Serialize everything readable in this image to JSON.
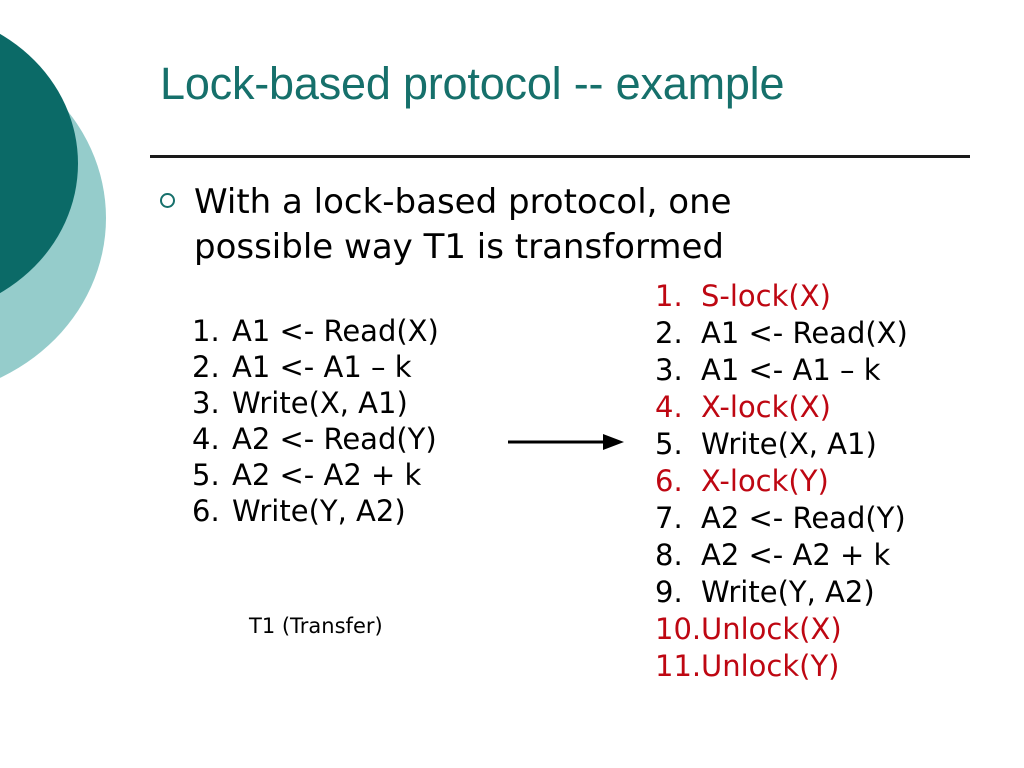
{
  "slide": {
    "title": "Lock-based protocol -- example",
    "bullet": {
      "marker_icon": "hollow-circle-bullet",
      "text": "With a lock-based protocol, one possible way T1 is transformed"
    },
    "left_column": {
      "caption": "T1 (Transfer)",
      "items": [
        {
          "num": "1.",
          "text": "A1 <- Read(X)"
        },
        {
          "num": "2.",
          "text": "A1 <- A1 – k"
        },
        {
          "num": "3.",
          "text": "Write(X, A1)"
        },
        {
          "num": "4.",
          "text": "A2 <- Read(Y)"
        },
        {
          "num": "5.",
          "text": "A2 <- A2 + k"
        },
        {
          "num": "6.",
          "text": "Write(Y, A2)"
        }
      ]
    },
    "arrow": {
      "icon": "right-arrow-icon"
    },
    "right_column": {
      "items": [
        {
          "num": "1.",
          "text": "S-lock(X)",
          "highlight": true
        },
        {
          "num": "2.",
          "text": "A1 <- Read(X)",
          "highlight": false
        },
        {
          "num": "3.",
          "text": "A1 <- A1 – k",
          "highlight": false
        },
        {
          "num": "4.",
          "text": "X-lock(X)",
          "highlight": true
        },
        {
          "num": "5.",
          "text": "Write(X, A1)",
          "highlight": false
        },
        {
          "num": "6.",
          "text": "X-lock(Y)",
          "highlight": true
        },
        {
          "num": "7.",
          "text": "A2 <- Read(Y)",
          "highlight": false
        },
        {
          "num": "8.",
          "text": "A2 <- A2 + k",
          "highlight": false
        },
        {
          "num": "9.",
          "text": "Write(Y, A2)",
          "highlight": false
        },
        {
          "num": "10.",
          "text": "Unlock(X)",
          "highlight": true
        },
        {
          "num": "11.",
          "text": "Unlock(Y)",
          "highlight": true
        }
      ]
    },
    "decor": {
      "leaf_dark_name": "leaf-shape-dark",
      "leaf_light_name": "leaf-shape-light"
    },
    "colors": {
      "title_teal": "#16706B",
      "leaf_dark": "#0B6A67",
      "leaf_light": "#95CCCB",
      "highlight_red": "#BE0712",
      "body_black": "#000000",
      "rule": "#1a1a1a",
      "background": "#FFFFFF"
    }
  }
}
